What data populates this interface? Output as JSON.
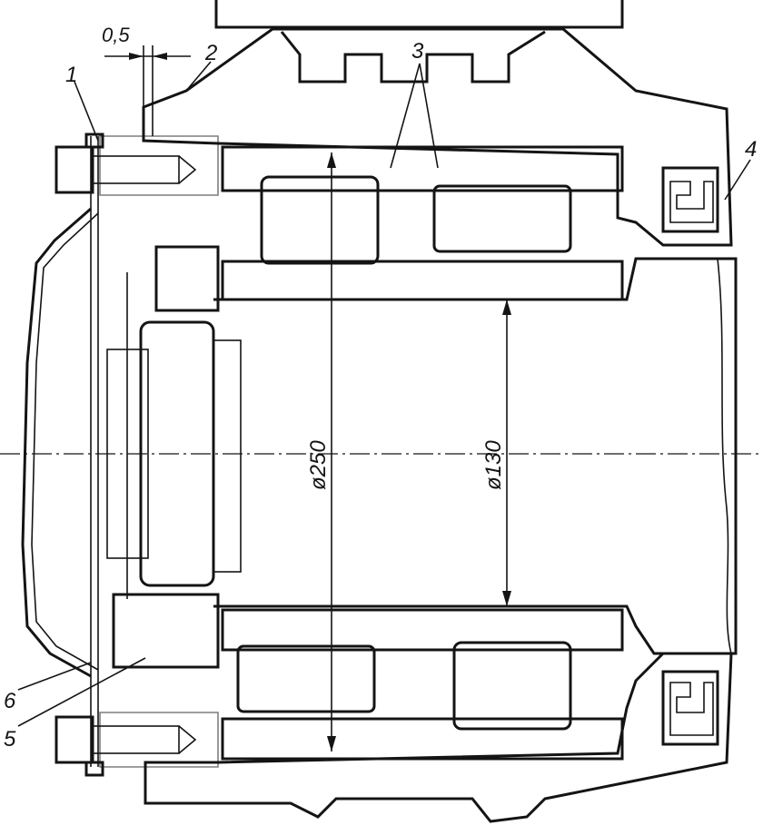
{
  "labels": {
    "tolerance": "0,5",
    "part_1": "1",
    "part_2": "2",
    "part_3": "3",
    "part_4": "4",
    "part_5": "5",
    "part_6": "6",
    "dim_outer": "ø250",
    "dim_inner": "ø130"
  },
  "colors": {
    "ink": "#141414",
    "paper": "#ffffff"
  }
}
